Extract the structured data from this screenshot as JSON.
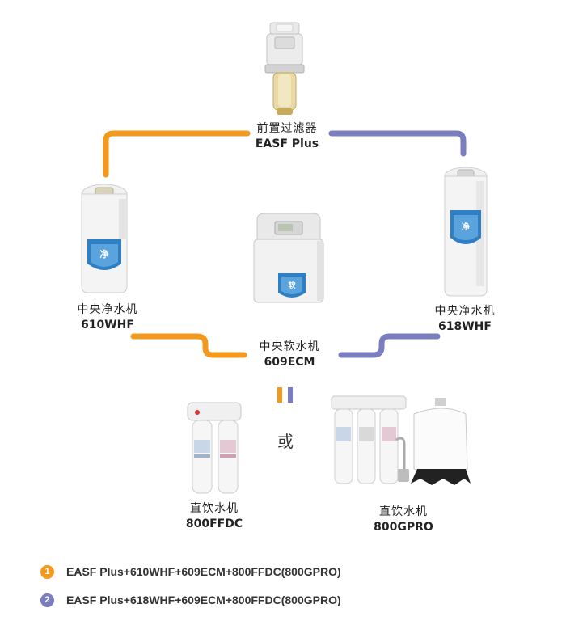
{
  "colors": {
    "orange": "#F39A1E",
    "purple": "#7A7DC0"
  },
  "nodes": {
    "prefilter": {
      "cn": "前置过滤器",
      "model": "EASF Plus"
    },
    "central_left": {
      "cn": "中央净水机",
      "model": "610WHF"
    },
    "central_right": {
      "cn": "中央净水机",
      "model": "618WHF"
    },
    "softener": {
      "cn": "中央软水机",
      "model": "609ECM"
    },
    "drink_left": {
      "cn": "直饮水机",
      "model": "800FFDC"
    },
    "drink_right": {
      "cn": "直饮水机",
      "model": "800GPRO"
    }
  },
  "or_text": "或",
  "legend": [
    {
      "num": "1",
      "color": "#F39A1E",
      "text": "EASF Plus+610WHF+609ECM+800FFDC(800GPRO)"
    },
    {
      "num": "2",
      "color": "#7A7DC0",
      "text": "EASF Plus+618WHF+609ECM+800FFDC(800GPRO)"
    }
  ]
}
